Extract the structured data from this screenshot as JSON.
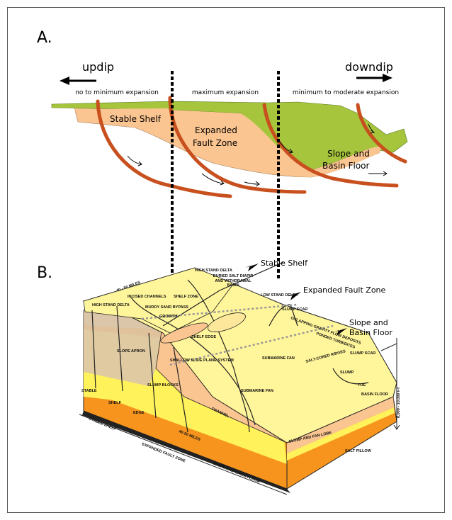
{
  "panel_a": {
    "label": "A.",
    "updip": "updip",
    "downdip": "downdip",
    "zones": [
      "no to minimum expansion",
      "maximum expansion",
      "minimum to moderate expansion"
    ],
    "regions": {
      "stable_shelf": "Stable Shelf",
      "expanded_1": "Expanded",
      "expanded_2": "Fault Zone",
      "slope_1": "Slope and",
      "slope_2": "Basin Floor"
    }
  },
  "panel_b": {
    "label": "B.",
    "callouts": {
      "stable_shelf": "Stable Shelf",
      "expanded": "Expanded Fault Zone",
      "slope_1": "Slope and",
      "slope_2": "Basin Floor"
    },
    "top_labels": {
      "miles_top": "40 - 50 MILES",
      "high_stand_delta_1": "HIGH STAND DELTA",
      "high_stand_delta_2": "HIGH STAND DELTA",
      "incised_channels": "INCISED CHANNELS",
      "muddy_sand_bypass": "MUDDY SAND BYPASS",
      "shelf_zone": "SHELF ZONE",
      "growth": "GROWTH",
      "buried_salt": "BURIED SALT DIAPIR AND WITHDRAWAL BASIN",
      "low_stand_delta": "LOW STAND DELTA",
      "slump_scar_1": "SLUMP SCAR",
      "onlapping": "ONLAPPING GRAVITY FLOW DEPOSITS",
      "ponded": "PONDED TURBIDITES",
      "slump_scar_2": "SLUMP SCAR",
      "salt_cored_ridges": "SALT-CORED RIDGES",
      "slump": "SLUMP",
      "toe": "TOE",
      "basin_floor": "BASIN FLOOR",
      "shelf_edge": "SHELF EDGE",
      "submarine_fan_1": "SUBMARINE FAN",
      "submarine_fan_2": "SUBMARINE FAN",
      "slope_apron": "SLOPE APRON",
      "shallow_slide": "SHALLOW SLIDE PLANE SYSTEM",
      "slump_blocks": "SLUMP BLOCKS",
      "channel": "CHANNEL",
      "stable": "STABLE",
      "shelf": "SHELF",
      "edge": "EDGE",
      "onlap": "SLUMP AND FAN LOBE",
      "salt_pillow": "SALT PILLOW",
      "depth": "8,000 - 10,000 FT"
    },
    "bottom_labels": {
      "stable_shelf": "STABLE SHELF",
      "miles": "40-50 MILES",
      "expanded": "EXPANDED FAULT ZONE",
      "slope": "SLOPE AND BASIN FLOOR"
    }
  },
  "colors": {
    "green": "#a6c53d",
    "peach": "#fbc591",
    "fault": "#c8501e",
    "yellow": "#fff59a",
    "bright_yellow": "#fff25a",
    "orange": "#f7941e",
    "tan": "#dcc5a8"
  }
}
